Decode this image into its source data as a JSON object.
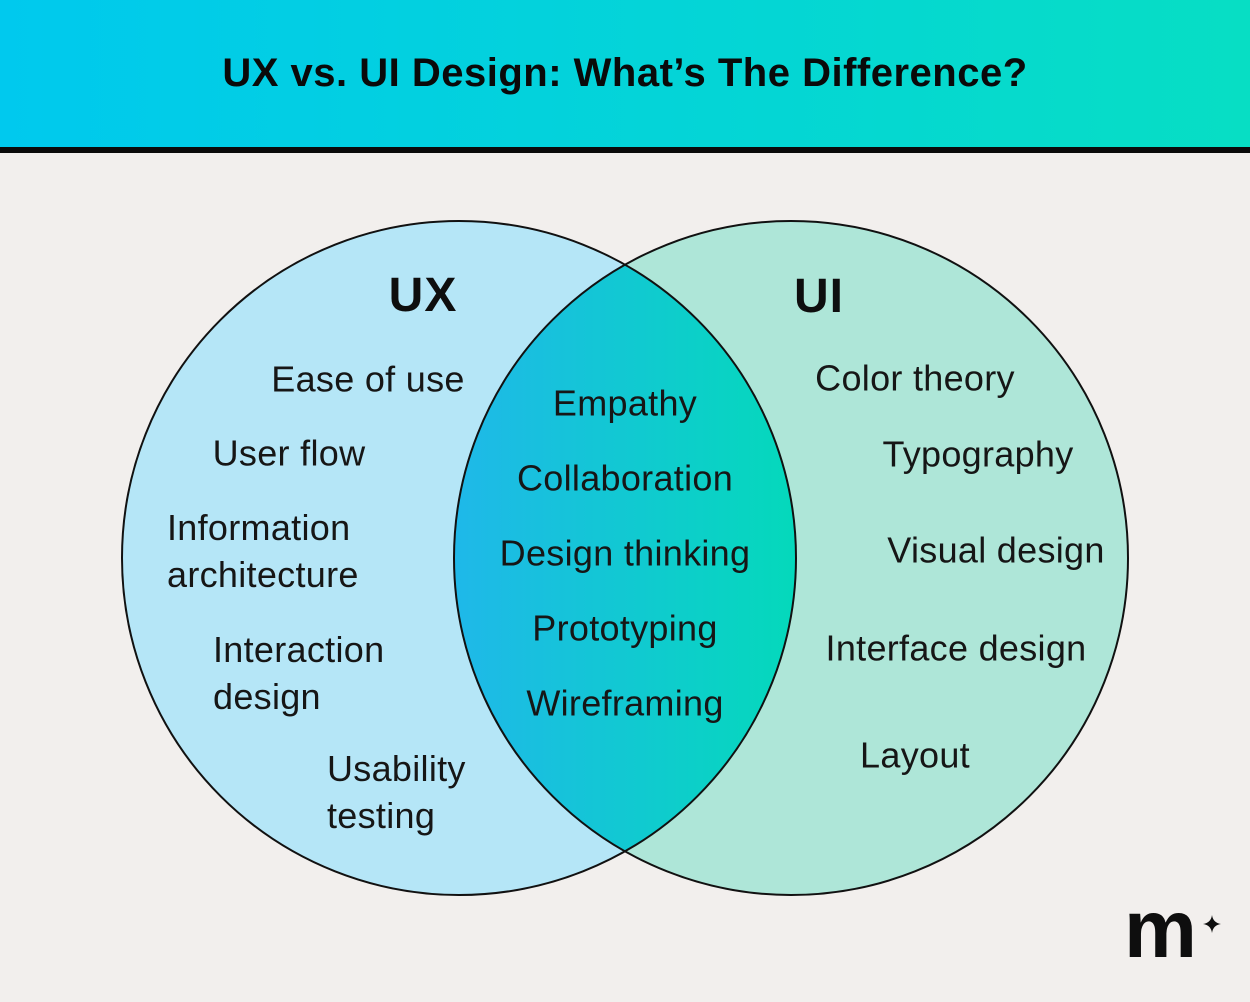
{
  "header": {
    "title": "UX vs. UI Design: What’s The Difference?",
    "gradient_from": "#00C9EE",
    "gradient_to": "#07DEC4",
    "text_color": "#0A0A0A"
  },
  "background_color": "#F2EFED",
  "venn": {
    "outline_color": "#111111",
    "left": {
      "title": "UX",
      "fill": "#B5E6F7",
      "items": [
        "Ease of use",
        "User flow",
        "Information architecture",
        "Interaction design",
        "Usability testing"
      ]
    },
    "right": {
      "title": "UI",
      "fill": "#AEE6D8",
      "items": [
        "Color theory",
        "Typography",
        "Visual design",
        "Interface design",
        "Layout"
      ]
    },
    "overlap": {
      "gradient_from": "#1FB8E9",
      "gradient_to": "#04D9BB",
      "items": [
        "Empathy",
        "Collaboration",
        "Design thinking",
        "Prototyping",
        "Wireframing"
      ]
    }
  },
  "logo": {
    "letter": "m",
    "sparkle_icon": "four-pointed-star"
  }
}
